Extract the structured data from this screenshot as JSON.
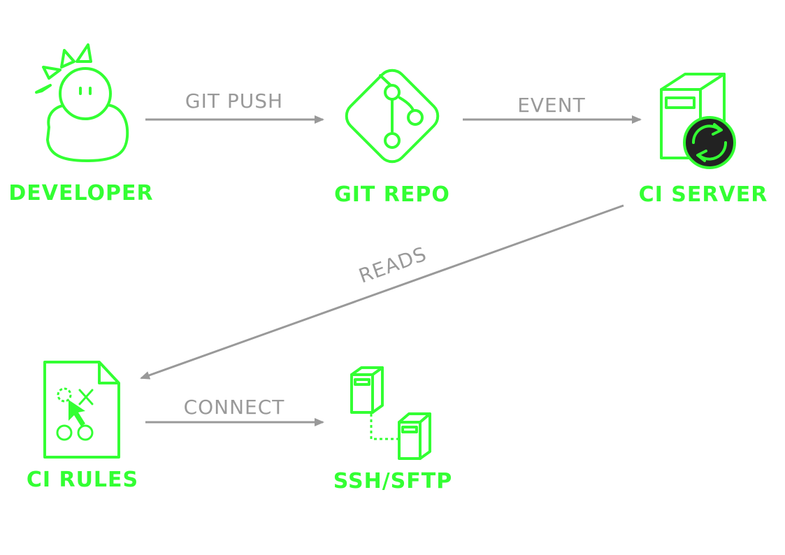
{
  "colors": {
    "accent": "#33ff33",
    "arrow": "#999999",
    "dark": "#222222",
    "background": "#ffffff"
  },
  "nodes": {
    "developer": {
      "label": "DEVELOPER",
      "icon": "developer-avatar-icon"
    },
    "git_repo": {
      "label": "GIT REPO",
      "icon": "git-branch-icon"
    },
    "ci_server": {
      "label": "CI SERVER",
      "icon": "server-sync-icon"
    },
    "ci_rules": {
      "label": "CI RULES",
      "icon": "rules-document-icon"
    },
    "ssh_sftp": {
      "label": "SSH/SFTP",
      "icon": "connected-servers-icon"
    }
  },
  "edges": {
    "git_push": {
      "label": "GIT PUSH"
    },
    "event": {
      "label": "EVENT"
    },
    "reads": {
      "label": "READS"
    },
    "connect": {
      "label": "CONNECT"
    }
  }
}
